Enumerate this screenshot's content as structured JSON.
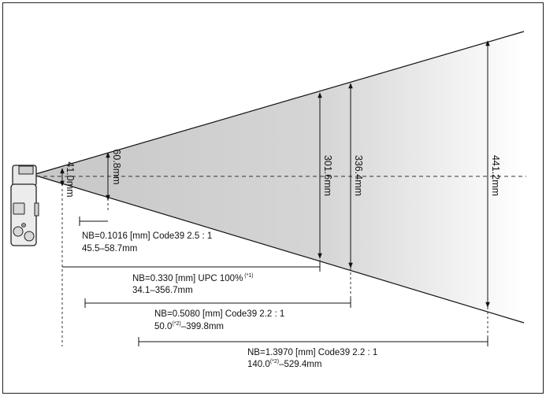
{
  "widths": {
    "w1": "41.0mm",
    "w2": "60.8mm",
    "w3": "301.6mm",
    "w4": "336.4mm",
    "w5": "441.2mm"
  },
  "specs": [
    {
      "line1": "NB=0.1016 [mm] Code39 2.5 : 1",
      "line2": "45.5–58.7mm"
    },
    {
      "line1_main": "NB=0.330 [mm] UPC 100%",
      "line1_sup": "(*1)",
      "line2": "34.1–356.7mm"
    },
    {
      "line1": "NB=0.5080 [mm] Code39 2.2 : 1",
      "line2_a": "50.0",
      "line2_sup": "(*2)",
      "line2_b": "–399.8mm"
    },
    {
      "line1": "NB=1.3970 [mm] Code39 2.2 : 1",
      "line2_a": "140.0",
      "line2_sup": "(*2)",
      "line2_b": "–529.4mm"
    }
  ],
  "colors": {
    "frame": "#222222",
    "line": "#111111",
    "beam_dark": "#b8b8b8",
    "beam_light": "#ffffff"
  }
}
